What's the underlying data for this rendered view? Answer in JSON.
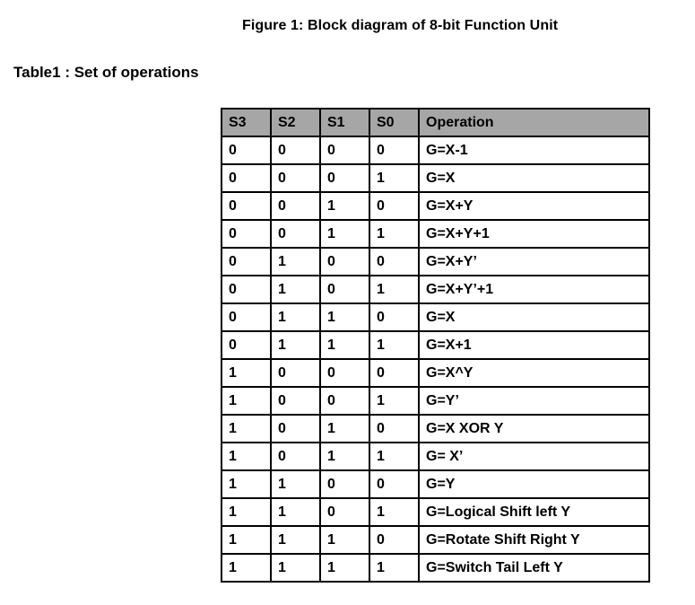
{
  "figure_caption": "Figure 1: Block diagram of 8-bit Function Unit",
  "table_heading": "Table1 : Set of operations",
  "table": {
    "headers": [
      "S3",
      "S2",
      "S1",
      "S0",
      "Operation"
    ],
    "rows": [
      [
        "0",
        "0",
        "0",
        "0",
        "G=X-1"
      ],
      [
        "0",
        "0",
        "0",
        "1",
        "G=X"
      ],
      [
        "0",
        "0",
        "1",
        "0",
        "G=X+Y"
      ],
      [
        "0",
        "0",
        "1",
        "1",
        "G=X+Y+1"
      ],
      [
        "0",
        "1",
        "0",
        "0",
        "G=X+Y’"
      ],
      [
        "0",
        "1",
        "0",
        "1",
        "G=X+Y’+1"
      ],
      [
        "0",
        "1",
        "1",
        "0",
        "G=X"
      ],
      [
        "0",
        "1",
        "1",
        "1",
        "G=X+1"
      ],
      [
        "1",
        "0",
        "0",
        "0",
        "G=X^Y"
      ],
      [
        "1",
        "0",
        "0",
        "1",
        "G=Y’"
      ],
      [
        "1",
        "0",
        "1",
        "0",
        "G=X XOR Y"
      ],
      [
        "1",
        "0",
        "1",
        "1",
        "G= X’"
      ],
      [
        "1",
        "1",
        "0",
        "0",
        "G=Y"
      ],
      [
        "1",
        "1",
        "0",
        "1",
        "G=Logical Shift left Y"
      ],
      [
        "1",
        "1",
        "1",
        "0",
        "G=Rotate Shift Right Y"
      ],
      [
        "1",
        "1",
        "1",
        "1",
        "G=Switch Tail Left Y"
      ]
    ]
  },
  "colors": {
    "header_bg": "#a6a6a6",
    "border": "#000000",
    "text": "#000000",
    "page_bg": "#ffffff"
  }
}
